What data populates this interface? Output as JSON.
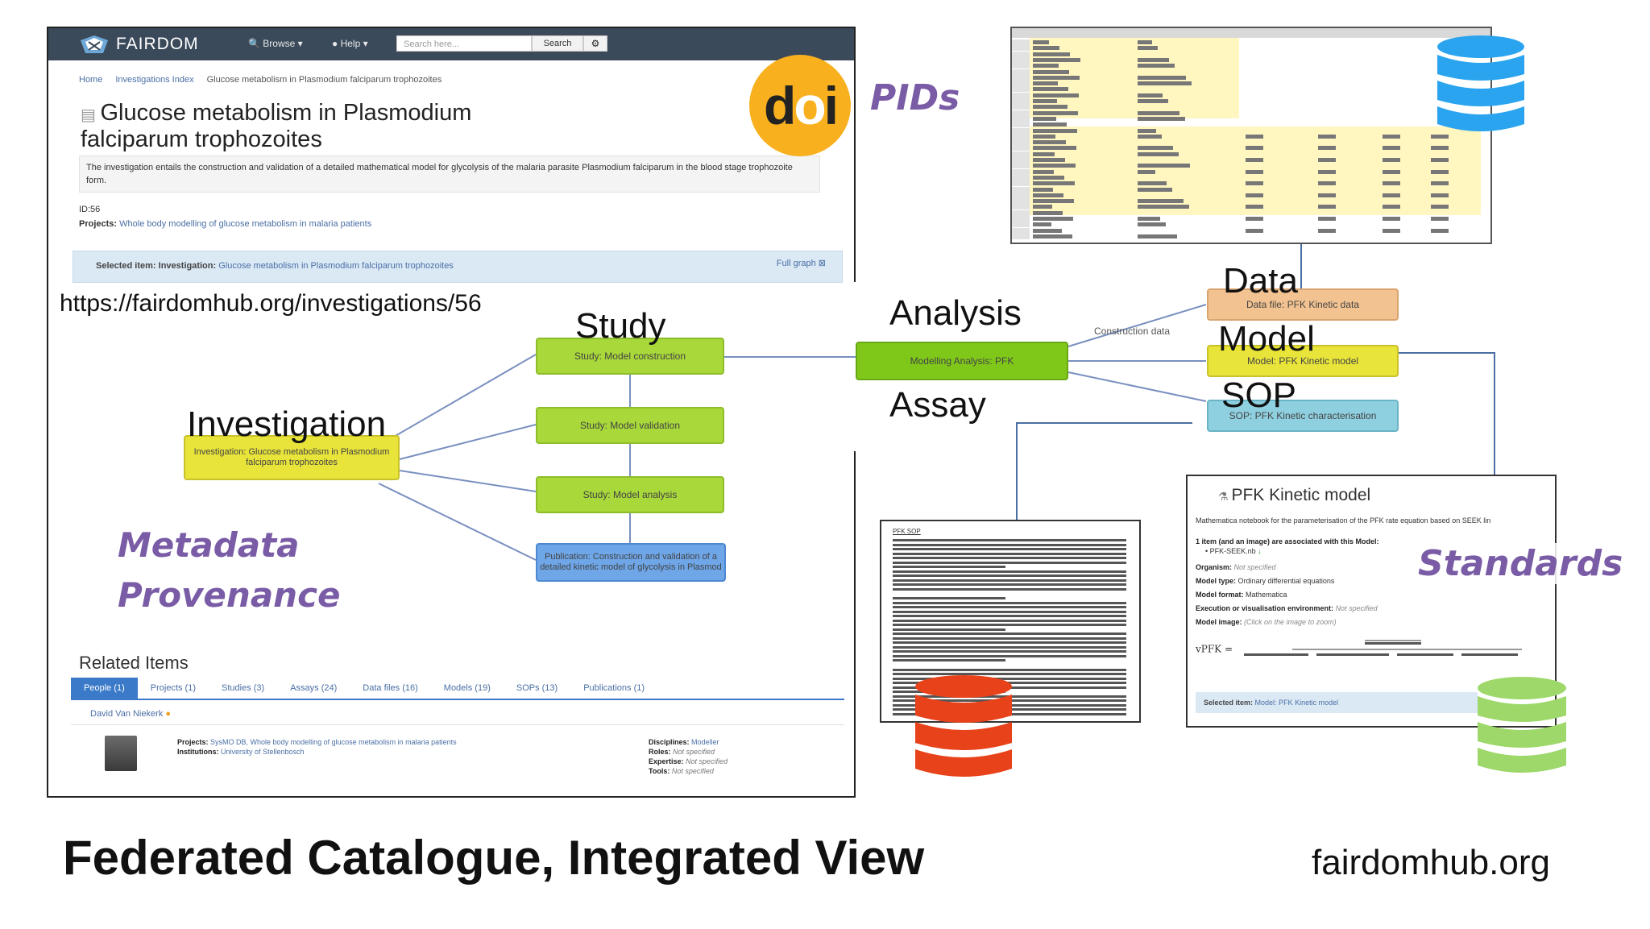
{
  "browser": {
    "logo_text": "FAIRDOM",
    "nav": {
      "browse": "Browse",
      "help": "Help"
    },
    "search_placeholder": "Search here...",
    "search_button": "Search",
    "settings_icon": "gear-icon",
    "breadcrumb": [
      "Home",
      "Investigations Index",
      "Glucose metabolism in Plasmodium falciparum trophozoites"
    ],
    "page_title": "Glucose metabolism in Plasmodium falciparum trophozoites",
    "description": "The investigation entails the construction and validation of a detailed mathematical model for glycolysis of the malaria parasite Plasmodium falciparum in the blood stage trophozoite form.",
    "id_label": "ID:56",
    "projects_label": "Projects:",
    "projects_value": "Whole body modelling of glucose metabolism in malaria patients",
    "selected_label": "Selected item:",
    "selected_type": "Investigation:",
    "selected_value": "Glucose metabolism in Plasmodium falciparum trophozoites",
    "full_graph": "Full graph",
    "graph": {
      "investigation_node": "Investigation: Glucose metabolism in Plasmodium falciparum trophozoites",
      "study1": "Study: Model construction",
      "study2": "Study: Model validation",
      "study3": "Study: Model analysis",
      "publication": "Publication: Construction and validation of a detailed kinetic model of glycolysis in Plasmod",
      "analysis_node": "Modelling Analysis: PFK",
      "construction_data": "Construction data",
      "data_node": "Data file: PFK Kinetic data",
      "model_node": "Model: PFK Kinetic model",
      "sop_node": "SOP: PFK Kinetic characterisation"
    },
    "related_title": "Related Items",
    "related_tabs": [
      "People (1)",
      "Projects (1)",
      "Studies (3)",
      "Assays (24)",
      "Data files (16)",
      "Models (19)",
      "SOPs (13)",
      "Publications (1)"
    ],
    "person_name": "David Van Niekerk",
    "person_projects_label": "Projects:",
    "person_projects": "SysMO DB, Whole body modelling of glucose metabolism in malaria patients",
    "person_institutions_label": "Institutions:",
    "person_institutions": "University of Stellenbosch",
    "disciplines_label": "Disciplines:",
    "disciplines": "Modeller",
    "roles_label": "Roles:",
    "roles": "Not specified",
    "expertise_label": "Expertise:",
    "expertise": "Not specified",
    "tools_label": "Tools:",
    "tools": "Not specified"
  },
  "slide": {
    "url": "https://fairdomhub.org/investigations/56",
    "study": "Study",
    "investigation": "Investigation",
    "analysis": "Analysis",
    "assay": "Assay",
    "data": "Data",
    "model": "Model",
    "sop": "SOP",
    "pids": "PIDs",
    "doi_text_d": "d",
    "doi_text_o": "o",
    "doi_text_i": "i",
    "metadata": "Metadata",
    "provenance": "Provenance",
    "standards": "Standards",
    "footer_title": "Federated Catalogue, Integrated View",
    "footer_url": "fairdomhub.org"
  },
  "model_doc": {
    "title": "PFK Kinetic model",
    "subtitle": "Mathematica notebook for the parameterisation of the PFK rate equation based on SEEK lin",
    "assoc": "1 item (and an image) are associated with this Model:",
    "assoc_item": "PFK-SEEK.nb",
    "organism_label": "Organism:",
    "organism": "Not specified",
    "model_type_label": "Model type:",
    "model_type": "Ordinary differential equations",
    "model_format_label": "Model format:",
    "model_format": "Mathematica",
    "exec_label": "Execution or visualisation environment:",
    "exec": "Not specified",
    "image_label": "Model image:",
    "image": "(Click on the image to zoom)",
    "formula": "vPFK =",
    "selected_label": "Selected item:",
    "selected_value": "Model: PFK Kinetic model"
  },
  "sop_doc": {
    "title": "PFK SOP"
  },
  "colors": {
    "navbar": "#3b4a5a",
    "doi": "#f8b01e",
    "purple": "#7a5ca6",
    "db_blue": "#2aa4ee",
    "db_red": "#e8421a",
    "db_green": "#9ed86a"
  }
}
